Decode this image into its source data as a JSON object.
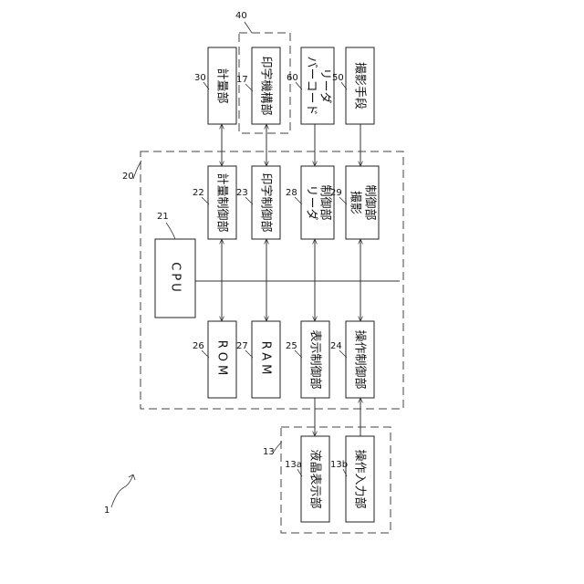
{
  "blocks": {
    "weighing_unit": "計量部",
    "printing_mechanism": "印字機構部",
    "barcode_reader_line1": "バーコード",
    "barcode_reader_line2": "リーダ",
    "imaging_means": "撮影手段",
    "weighing_control": "計量制御部",
    "print_control": "印字制御部",
    "reader_control_line1": "リーダ",
    "reader_control_line2": "制御部",
    "imaging_control_line1": "撮影",
    "imaging_control_line2": "制御部",
    "cpu": "CPU",
    "rom": "ROM",
    "ram": "RAM",
    "display_control": "表示制御部",
    "operation_control": "操作制御部",
    "lcd_display": "液晶表示部",
    "operation_input": "操作入力部"
  },
  "refs": {
    "r1": "1",
    "r13": "13",
    "r13a": "13a",
    "r13b": "13b",
    "r17": "17",
    "r20": "20",
    "r21": "21",
    "r22": "22",
    "r23": "23",
    "r24": "24",
    "r25": "25",
    "r26": "26",
    "r27": "27",
    "r28": "28",
    "r29": "29",
    "r30": "30",
    "r40": "40",
    "r50": "50",
    "r60": "60"
  }
}
